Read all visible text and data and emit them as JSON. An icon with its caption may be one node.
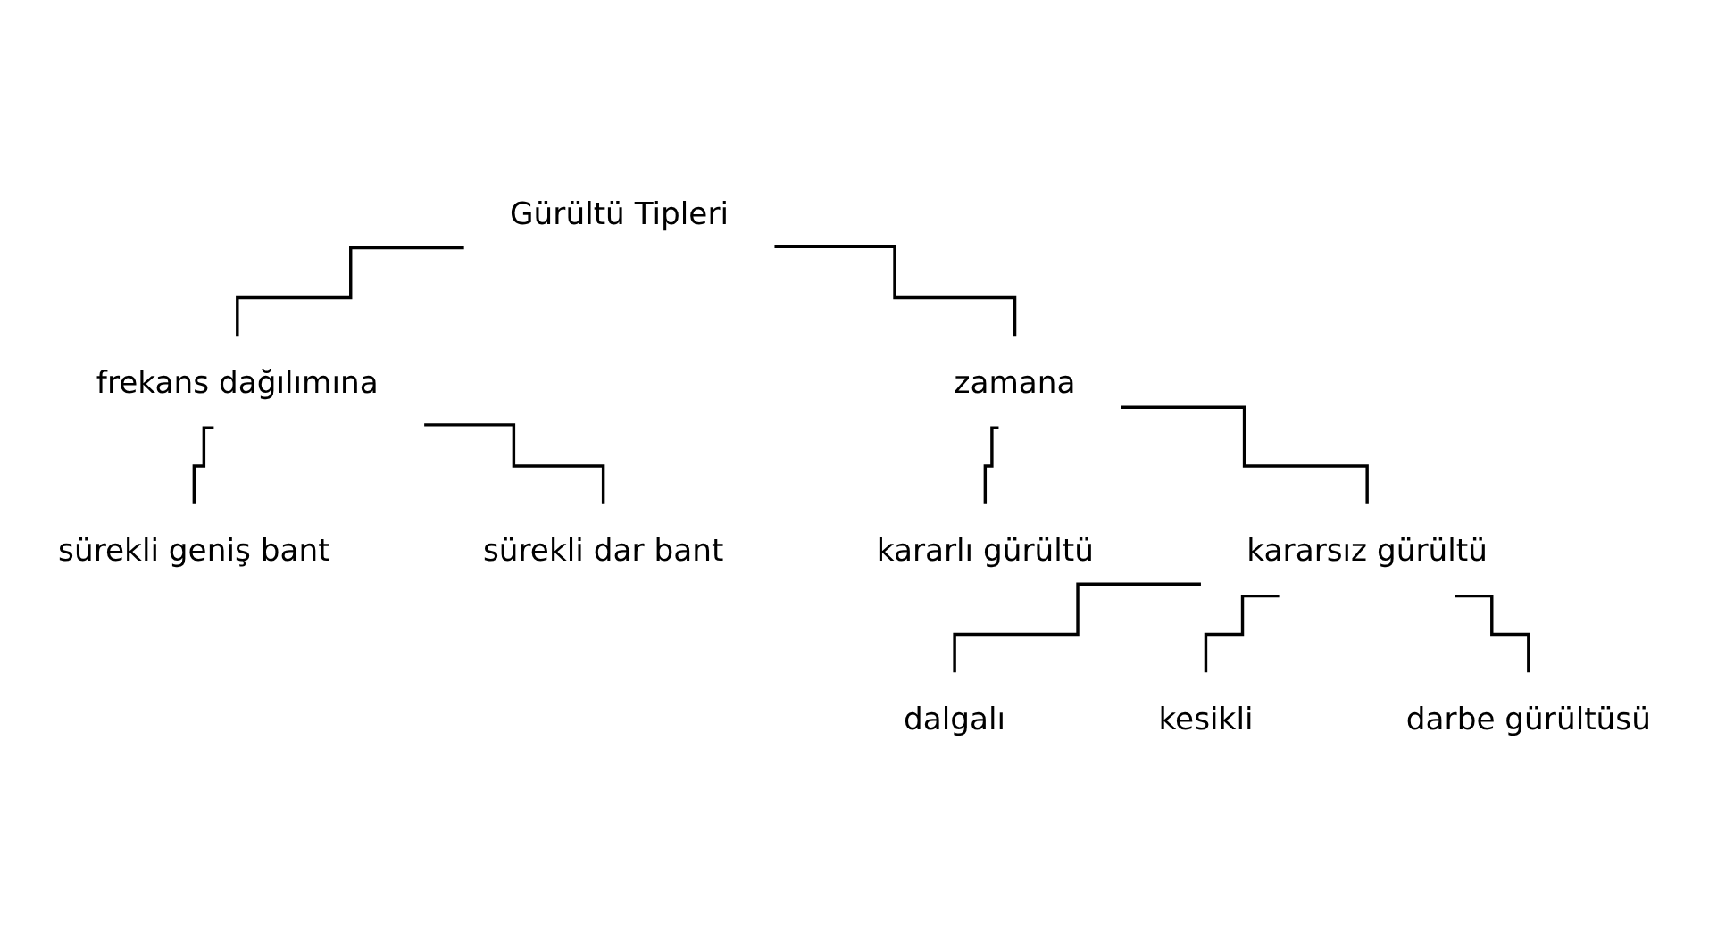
{
  "diagram": {
    "nodes": [
      {
        "text": [
          "Gürültü Tipleri"
        ]
      },
      {
        "text": [
          "frekans dağılımına"
        ]
      },
      {
        "text": [
          "zamana"
        ]
      },
      {
        "text": [
          "sürekli geniş bant"
        ]
      },
      {
        "text": [
          "sürekli dar bant"
        ]
      },
      {
        "text": [
          "kararlı gürültü"
        ]
      },
      {
        "text": [
          "kararsız gürültü"
        ]
      },
      {
        "text": [
          "dalgalı"
        ]
      },
      {
        "text": [
          "kesikli"
        ]
      },
      {
        "text": [
          "darbe gürültüsü"
        ]
      }
    ],
    "edges": [
      {
        "from": 0,
        "to": 1,
        "arrow": "none"
      },
      {
        "from": 0,
        "to": 2,
        "arrow": "none"
      },
      {
        "from": 1,
        "to": 3,
        "arrow": "none"
      },
      {
        "from": 1,
        "to": 4,
        "arrow": "none"
      },
      {
        "from": 2,
        "to": 5,
        "arrow": "none"
      },
      {
        "from": 2,
        "to": 6,
        "arrow": "none"
      },
      {
        "from": 6,
        "to": 7,
        "arrow": "none"
      },
      {
        "from": 6,
        "to": 8,
        "arrow": "none"
      },
      {
        "from": 6,
        "to": 9,
        "arrow": "none"
      }
    ]
  }
}
